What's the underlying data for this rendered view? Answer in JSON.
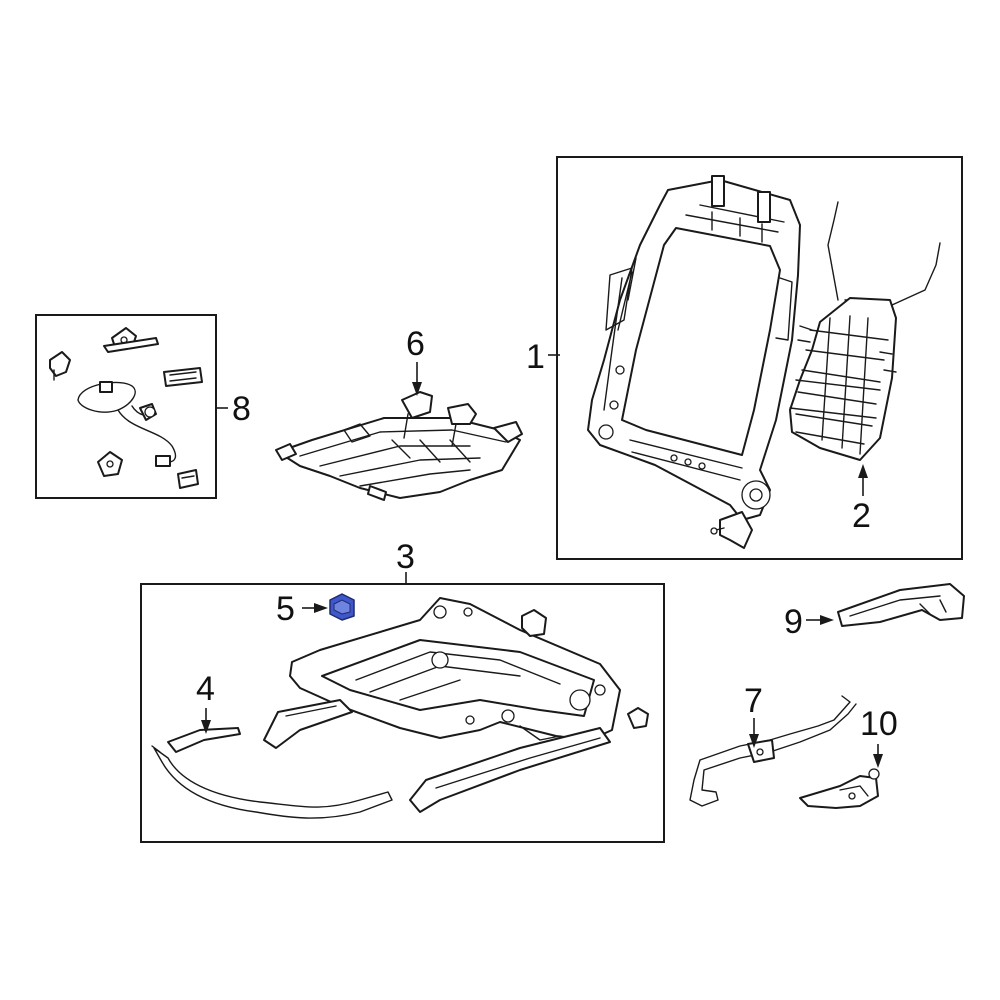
{
  "callouts": {
    "c1": "1",
    "c2": "2",
    "c3": "3",
    "c4": "4",
    "c5": "5",
    "c6": "6",
    "c7": "7",
    "c8": "8",
    "c9": "9",
    "c10": "10"
  },
  "highlighted_part": "5",
  "colors": {
    "line": "#1a1a1a",
    "background": "#ffffff",
    "highlight": "#3f57c8"
  }
}
